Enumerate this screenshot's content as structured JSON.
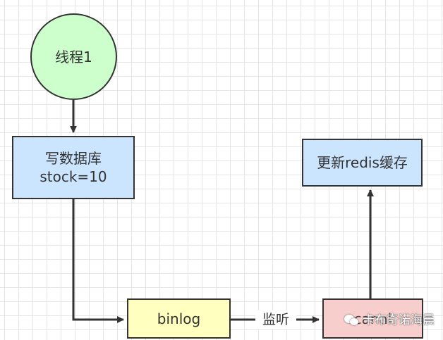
{
  "nodes": {
    "start": {
      "label": "线程1"
    },
    "db": {
      "line1": "写数据库",
      "line2": "stock=10"
    },
    "redis": {
      "label": "更新redis缓存"
    },
    "binlog": {
      "label": "binlog"
    },
    "canal": {
      "label": "canal"
    }
  },
  "edges": {
    "binlog_to_canal": {
      "label": "监听"
    }
  },
  "watermark": {
    "text": "卡布奇诺海晨"
  },
  "colors": {
    "start_fill": "#ccffcc",
    "process_fill": "#cce5ff",
    "binlog_fill": "#ffffc0",
    "canal_fill": "#f8cecc",
    "stroke": "#333333"
  }
}
